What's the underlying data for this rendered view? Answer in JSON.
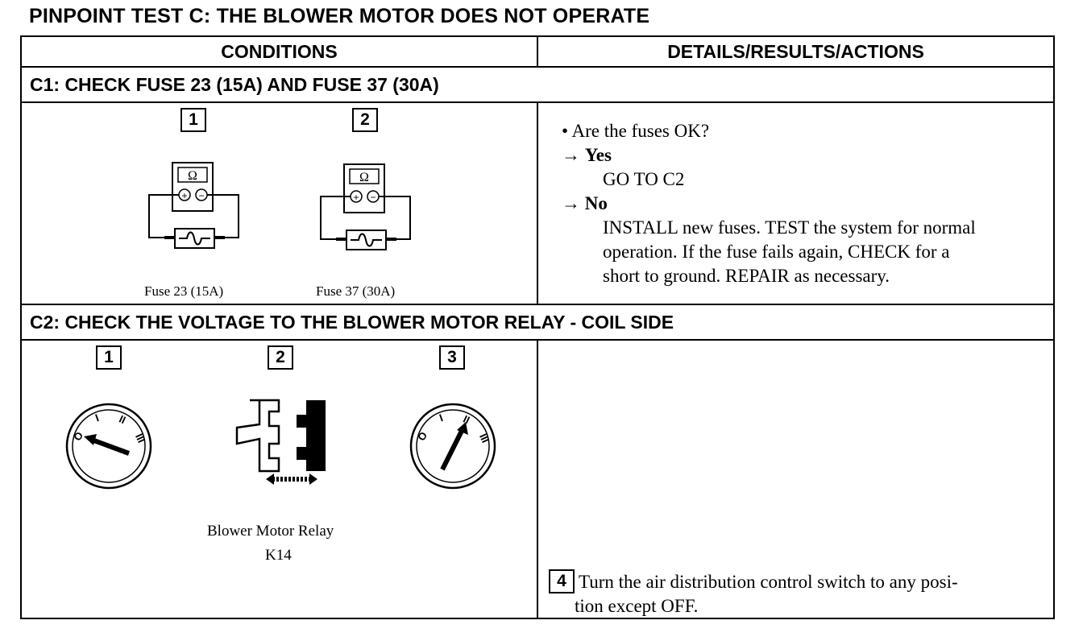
{
  "title": "PINPOINT TEST C: THE BLOWER MOTOR DOES NOT OPERATE",
  "columns": {
    "conditions": "CONDITIONS",
    "details": "DETAILS/RESULTS/ACTIONS"
  },
  "c1": {
    "heading": "C1: CHECK FUSE 23 (15A) AND FUSE 37 (30A)",
    "step1": "1",
    "step2": "2",
    "ohm_symbol": "Ω",
    "fuse1_label": "Fuse 23 (15A)",
    "fuse2_label": "Fuse 37 (30A)",
    "question": "• Are the fuses OK?",
    "arrow": "→",
    "yes_label": "Yes",
    "yes_action": "GO TO C2",
    "no_label": "No",
    "no_action_lines": [
      "INSTALL new fuses. TEST the system for normal",
      "operation. If the fuse fails again, CHECK for a",
      "short to ground. REPAIR as necessary."
    ]
  },
  "c2": {
    "heading": "C2: CHECK THE VOLTAGE TO THE BLOWER MOTOR RELAY - COIL SIDE",
    "step1": "1",
    "step2": "2",
    "step3": "3",
    "switch_positions": [
      "O",
      "I",
      "II",
      "III"
    ],
    "relay_label": "Blower Motor Relay",
    "relay_id": "K14",
    "step4": "4",
    "step4_lines": [
      "Turn the air distribution control switch to any posi-",
      "tion except OFF."
    ]
  }
}
